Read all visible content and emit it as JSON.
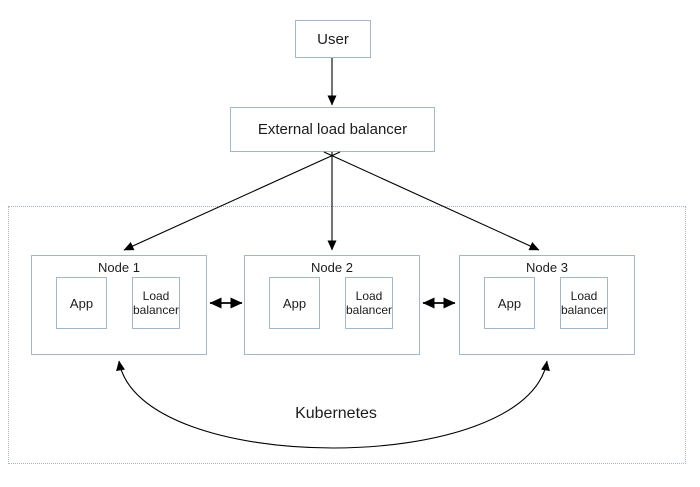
{
  "diagram": {
    "user": {
      "label": "User"
    },
    "external_load_balancer": {
      "label": "External load balancer"
    },
    "cluster": {
      "label": "Kubernetes",
      "nodes": [
        {
          "name": "Node 1",
          "app": "App",
          "load_balancer": "Load balancer"
        },
        {
          "name": "Node 2",
          "app": "App",
          "load_balancer": "Load balancer"
        },
        {
          "name": "Node 3",
          "app": "App",
          "load_balancer": "Load balancer"
        }
      ]
    },
    "connections": [
      "User -> External load balancer",
      "External load balancer -> Node 1",
      "External load balancer -> Node 2",
      "External load balancer -> Node 3",
      "Node 1 <-> Node 2",
      "Node 2 <-> Node 3",
      "Node 1 <-> Node 3"
    ],
    "colors": {
      "box_border": "#a2b7cc",
      "cluster_border": "#a7b6c6",
      "arrow": "#000000",
      "text": "#1c1c1c",
      "background": "#ffffff"
    }
  }
}
